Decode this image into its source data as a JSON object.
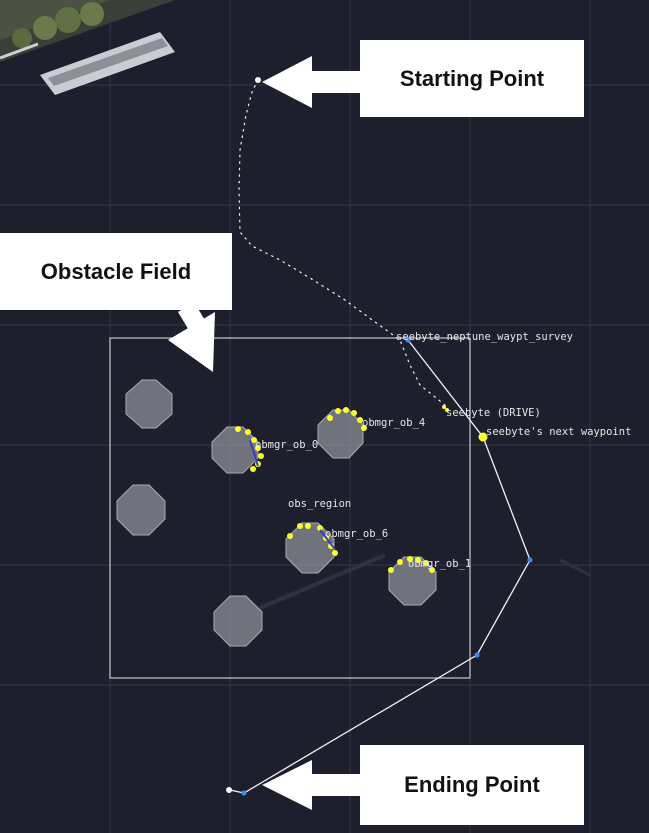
{
  "callouts": {
    "start": "Starting Point",
    "end": "Ending Point",
    "obstacle_field": "Obstacle Field"
  },
  "map_labels": {
    "survey_waypoint": "seebyte_neptune_waypt_survey",
    "vehicle": "seebyte (DRIVE)",
    "next_waypoint": "seebyte's next waypoint",
    "region": "obs_region",
    "ob_0": "obmgr_ob_0",
    "ob_4": "obmgr_ob_4",
    "ob_6": "obmgr_ob_6",
    "ob_1": "obmgr_ob_1"
  },
  "colors": {
    "water": "#1d1f2d",
    "grid": "#34374a",
    "path": "#f2f2f2",
    "obstacle": "#8e9097",
    "contact": "#ffff2a",
    "waypoint": "#3a86ff",
    "arrow": "#ffffff"
  }
}
